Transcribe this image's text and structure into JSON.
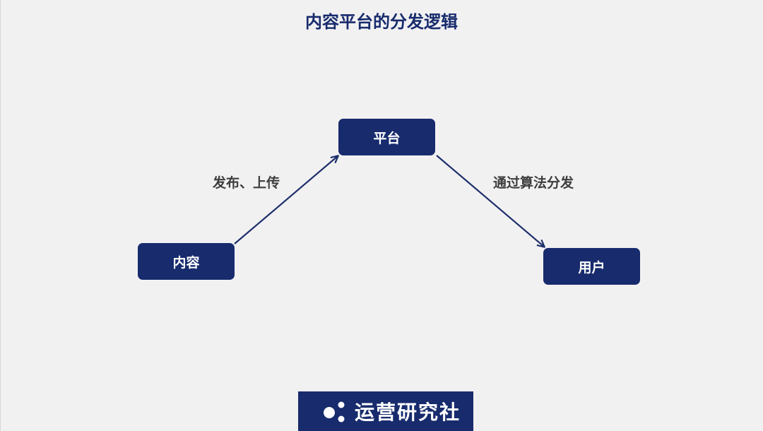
{
  "title": "内容平台的分发逻辑",
  "nodes": {
    "content": "内容",
    "platform": "平台",
    "user": "用户"
  },
  "edges": {
    "content_to_platform": "发布、上传",
    "platform_to_user": "通过算法分发"
  },
  "brand": {
    "name": "运营研究社"
  },
  "colors": {
    "background": "#f2f1f2",
    "node_fill": "#172b6d",
    "node_text": "#ffffff",
    "title": "#172b6d",
    "edge_label": "#3d3d3d",
    "arrow": "#1d2f6b"
  },
  "icons": {
    "brand_logo": "molecule-dots-icon"
  }
}
